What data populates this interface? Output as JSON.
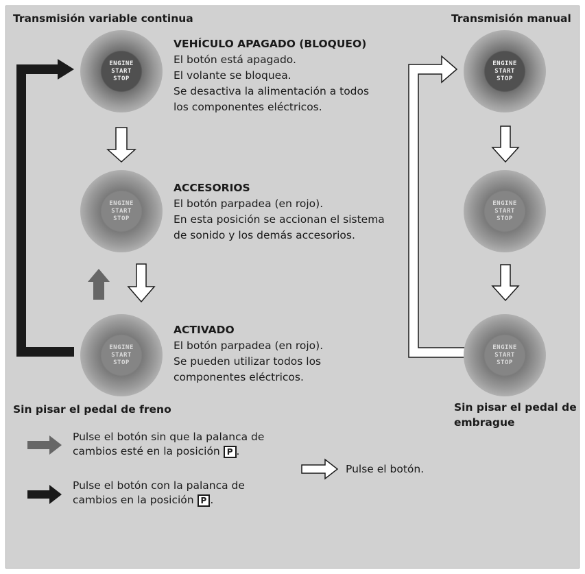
{
  "headers": {
    "cvt": "Transmisión variable continua",
    "manual": "Transmisión manual"
  },
  "states": [
    {
      "title": "VEHÍCULO APAGADO (BLOQUEO)",
      "lines": [
        "El botón está apagado.",
        "El volante se bloquea.",
        "Se desactiva la alimentación a todos",
        "los componentes eléctricos."
      ]
    },
    {
      "title": "ACCESORIOS",
      "lines": [
        "El botón parpadea (en rojo).",
        "En esta posición se accionan el sistema",
        "de sonido y los demás accesorios."
      ]
    },
    {
      "title": "ACTIVADO",
      "lines": [
        "El botón parpadea (en rojo).",
        "Se pueden utilizar todos los",
        "componentes eléctricos."
      ]
    }
  ],
  "button_label": [
    "ENGINE",
    "START",
    "STOP"
  ],
  "footers": {
    "cvt": "Sin pisar el pedal de freno",
    "manual_line1": "Sin pisar el pedal de",
    "manual_line2": "embrague"
  },
  "legend": {
    "gray_line1": "Pulse el botón sin que la palanca de",
    "gray_line2": "cambios esté en la posición",
    "black_line1": "Pulse el botón con la palanca de",
    "black_line2": "cambios en la posición",
    "white": "Pulse el botón.",
    "p_symbol": "P",
    "period": "."
  },
  "colors": {
    "panel": "#d1d1d1",
    "arrow_black": "#1a1a1a",
    "arrow_gray": "#666666",
    "arrow_white": "#ffffff"
  },
  "icons": [
    "engine-start-stop-button-icon",
    "arrow-down-icon",
    "arrow-up-icon",
    "arrow-right-icon"
  ]
}
